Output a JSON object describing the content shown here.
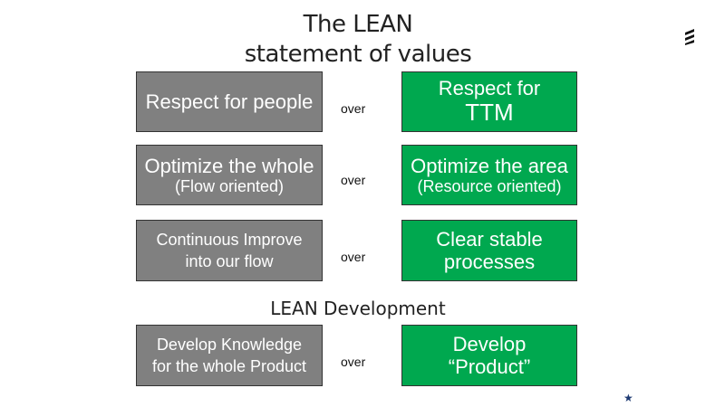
{
  "title_line1": "The LEAN",
  "title_line2": "statement of values",
  "connector": "over",
  "rows": [
    {
      "left": {
        "line1": "Respect for people",
        "line2": ""
      },
      "right": {
        "line1": "Respect for",
        "line2": "TTM"
      }
    },
    {
      "left": {
        "line1": "Optimize  the whole",
        "line2": "(Flow oriented)"
      },
      "right": {
        "line1": "Optimize  the area",
        "line2": "(Resource oriented)"
      }
    },
    {
      "left": {
        "line1": "Continuous  Improve",
        "line2": "into our flow"
      },
      "right": {
        "line1": "Clear stable",
        "line2": "processes"
      }
    }
  ],
  "subheading": "LEAN Development",
  "dev_row": {
    "left": {
      "line1": "Develop Knowledge",
      "line2": "for the whole Product"
    },
    "right": {
      "line1": "Develop",
      "line2": "“Product”"
    }
  },
  "colors": {
    "gray_box": "#808080",
    "green_box": "#00a84f",
    "star": "#1f3b73"
  },
  "icons": [
    "ericsson-logo-icon",
    "star-icon"
  ]
}
